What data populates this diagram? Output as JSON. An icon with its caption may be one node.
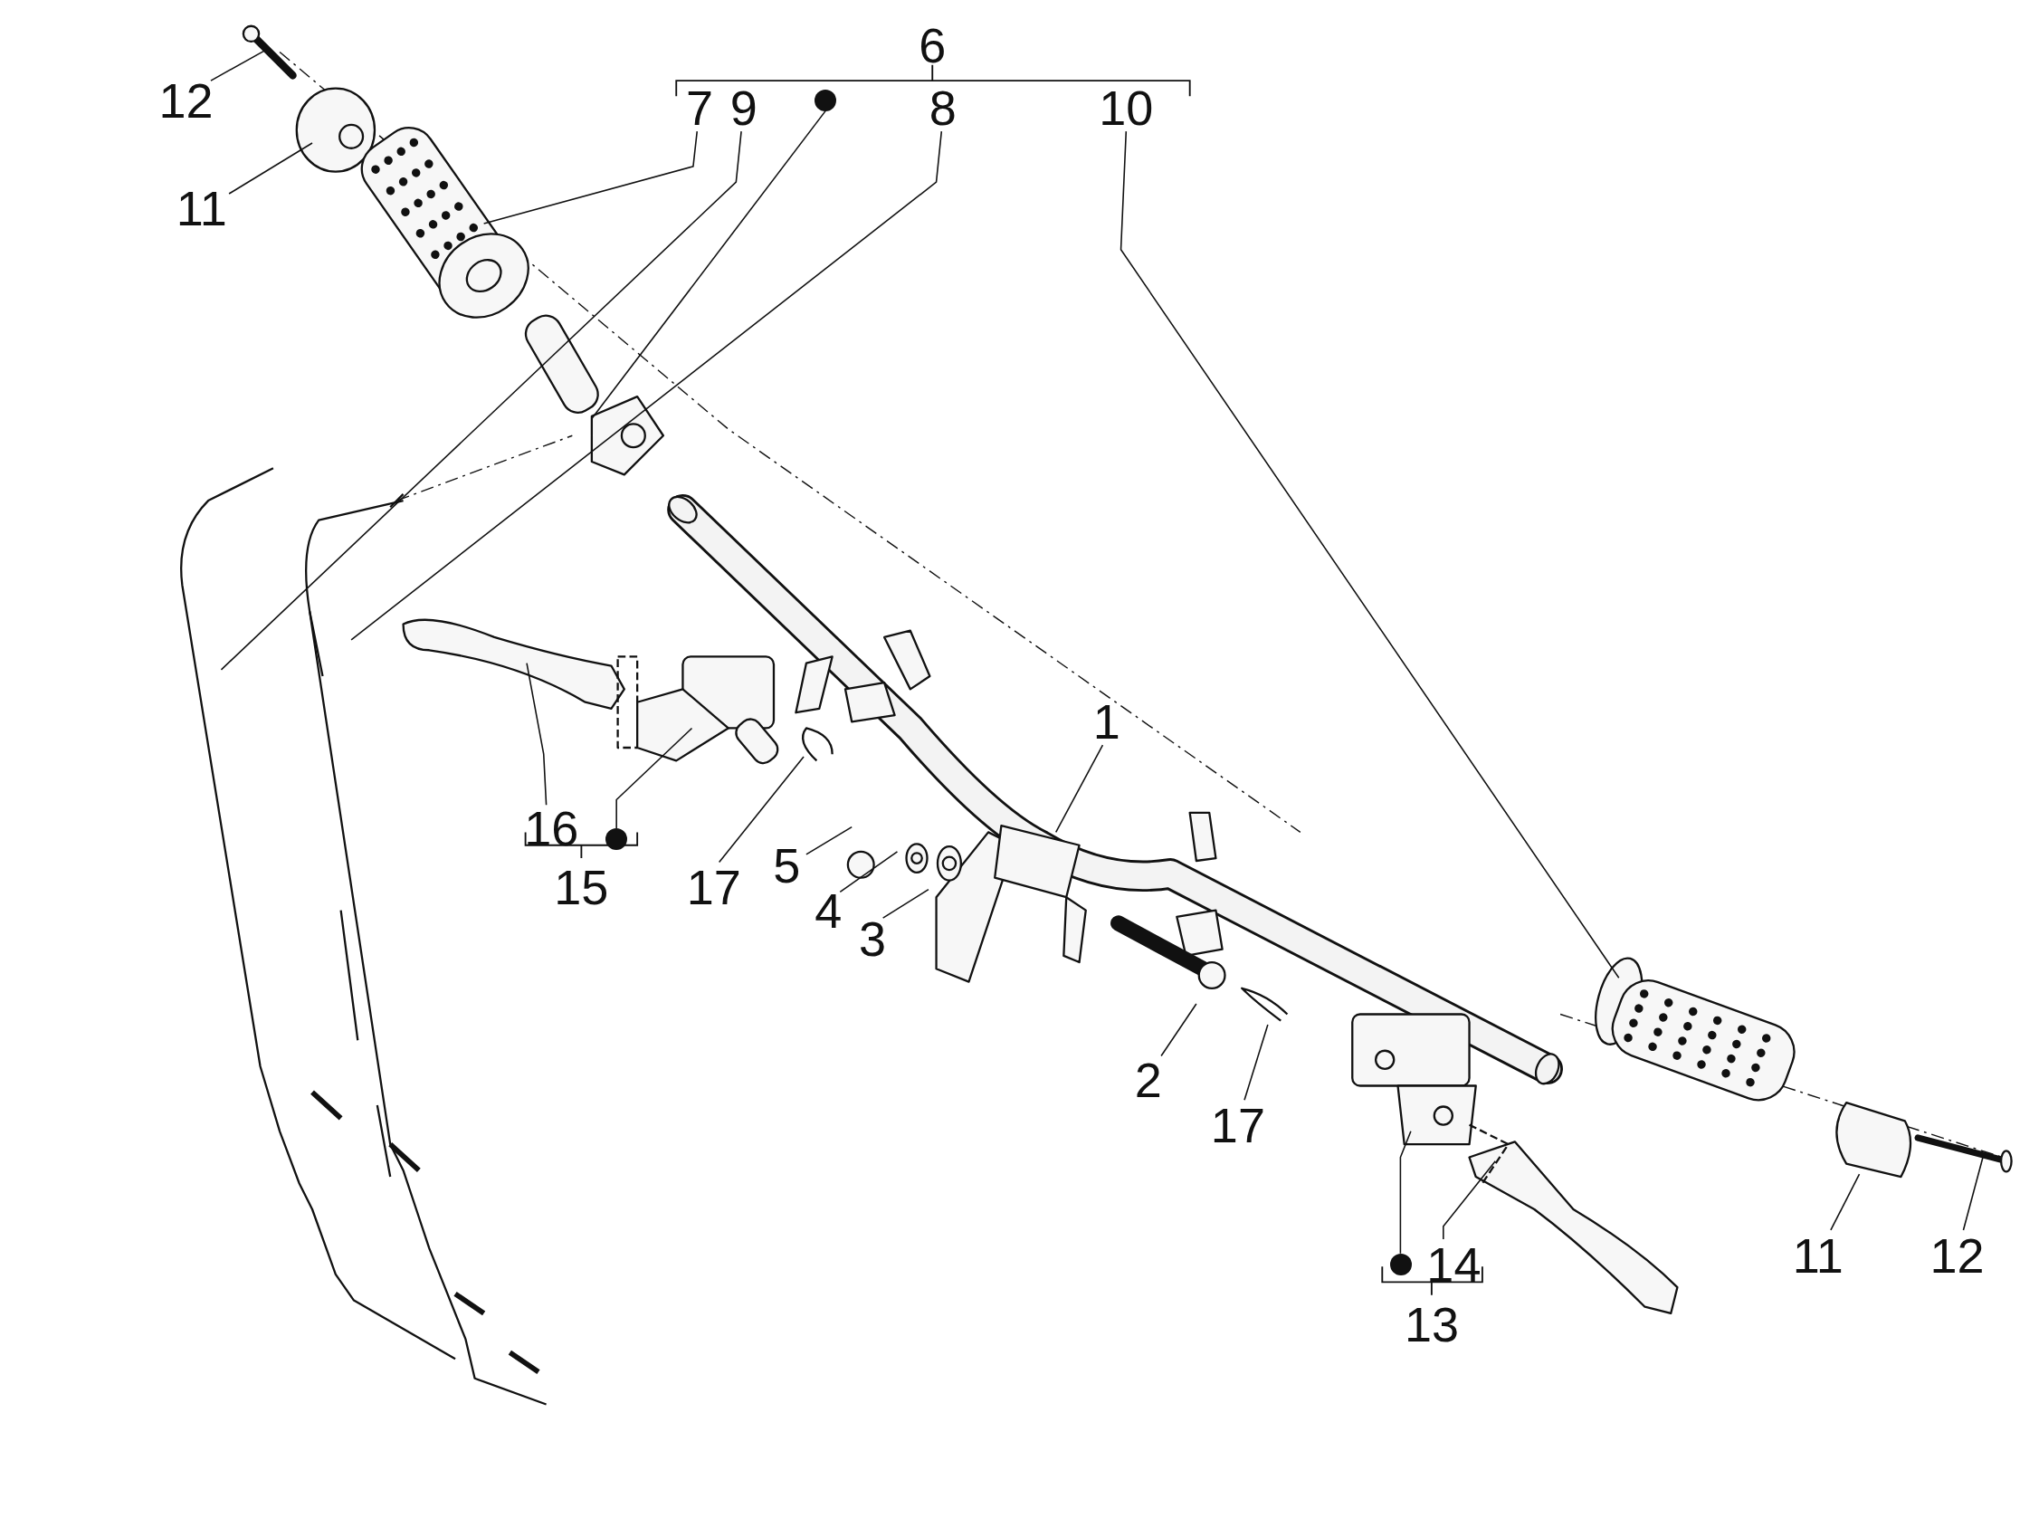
{
  "diagram": {
    "nodes": [
      {
        "text": [
          "12"
        ]
      },
      {
        "text": [
          "7"
        ]
      },
      {
        "text": [
          "9"
        ]
      },
      {
        "text": [],
        "shape": "circle"
      },
      {
        "text": [
          "8"
        ]
      },
      {
        "text": [
          "10"
        ]
      },
      {
        "text": [
          "11"
        ]
      },
      {
        "text": [
          "1"
        ]
      },
      {
        "text": [
          "16"
        ]
      },
      {
        "text": [],
        "shape": "circle"
      },
      {
        "text": [
          "17"
        ]
      },
      {
        "text": [
          "5"
        ]
      },
      {
        "text": [
          "4"
        ]
      },
      {
        "text": [
          "3"
        ]
      },
      {
        "text": [
          "2"
        ]
      },
      {
        "text": [
          "17"
        ]
      },
      {
        "text": [],
        "shape": "circle"
      },
      {
        "text": [
          "14"
        ]
      },
      {
        "text": [
          "11"
        ]
      },
      {
        "text": [
          "12"
        ]
      }
    ],
    "edges": [
      {
        "from": 0,
        "to": null,
        "arrow": "none"
      },
      {
        "from": 1,
        "to": null,
        "arrow": "none"
      },
      {
        "from": 2,
        "to": null,
        "arrow": "none"
      },
      {
        "from": 3,
        "to": null,
        "arrow": "none"
      },
      {
        "from": 4,
        "to": null,
        "arrow": "none"
      },
      {
        "from": 5,
        "to": null,
        "arrow": "none"
      },
      {
        "from": 6,
        "to": null,
        "arrow": "none"
      },
      {
        "from": 7,
        "to": null,
        "arrow": "none"
      },
      {
        "from": 8,
        "to": null,
        "arrow": "none"
      },
      {
        "from": 9,
        "to": null,
        "arrow": "none"
      },
      {
        "from": 10,
        "to": null,
        "arrow": "none"
      },
      {
        "from": 11,
        "to": null,
        "arrow": "none"
      },
      {
        "from": 12,
        "to": null,
        "arrow": "none"
      },
      {
        "from": 13,
        "to": null,
        "arrow": "none"
      },
      {
        "from": 14,
        "to": null,
        "arrow": "none"
      },
      {
        "from": 15,
        "to": null,
        "arrow": "none"
      },
      {
        "from": 16,
        "to": null,
        "arrow": "none"
      },
      {
        "from": 17,
        "to": null,
        "arrow": "none"
      },
      {
        "from": 18,
        "to": null,
        "arrow": "none"
      },
      {
        "from": 19,
        "to": null,
        "arrow": "none"
      }
    ],
    "labels": [
      "6",
      "15",
      "13"
    ]
  }
}
